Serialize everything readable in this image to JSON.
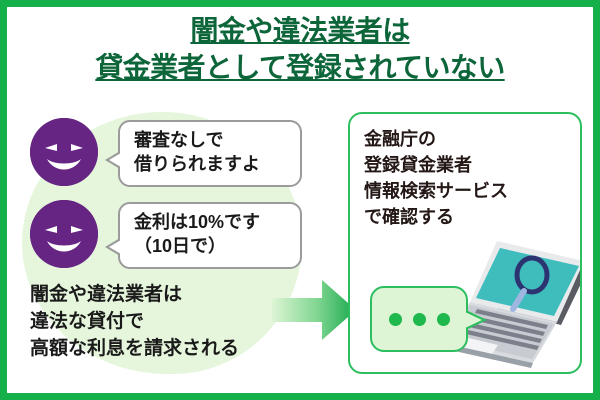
{
  "title": {
    "line1": "闇金や違法業者は",
    "line2": "貸金業者として登録されていない",
    "color": "#0d653a"
  },
  "left": {
    "faces": [
      {
        "name": "villain-face-1",
        "color": "#662483"
      },
      {
        "name": "villain-face-2",
        "color": "#662483"
      }
    ],
    "bubbles": [
      {
        "line1": "審査なしで",
        "line2": "借りられますよ"
      },
      {
        "line1": "金利は10%です",
        "line2": "（10日で）"
      }
    ],
    "caption": {
      "line1": "闇金や違法業者は",
      "line2": "違法な貸付で",
      "line3": "高額な利息を請求される"
    },
    "blob_color": "#e6f6dc"
  },
  "arrow": {
    "direction": "right",
    "gradient_from": "#ddf5d5",
    "gradient_to": "#18a84d"
  },
  "right": {
    "panel": {
      "line1": "金融庁の",
      "line2": "登録貸金業者",
      "line3": "情報検索サービス",
      "line4": "で確認する",
      "border_color": "#2cbe5f",
      "text_color": "#231815"
    },
    "dots_bubble": {
      "dot_count": 3,
      "dot_color": "#1fb84c",
      "fill_color": "#ddf5d5"
    },
    "laptop": {
      "screen_color": "#3fbdbd",
      "magnifier_color": "#2b3470"
    }
  },
  "frame": {
    "border_color": "#16b04a"
  }
}
